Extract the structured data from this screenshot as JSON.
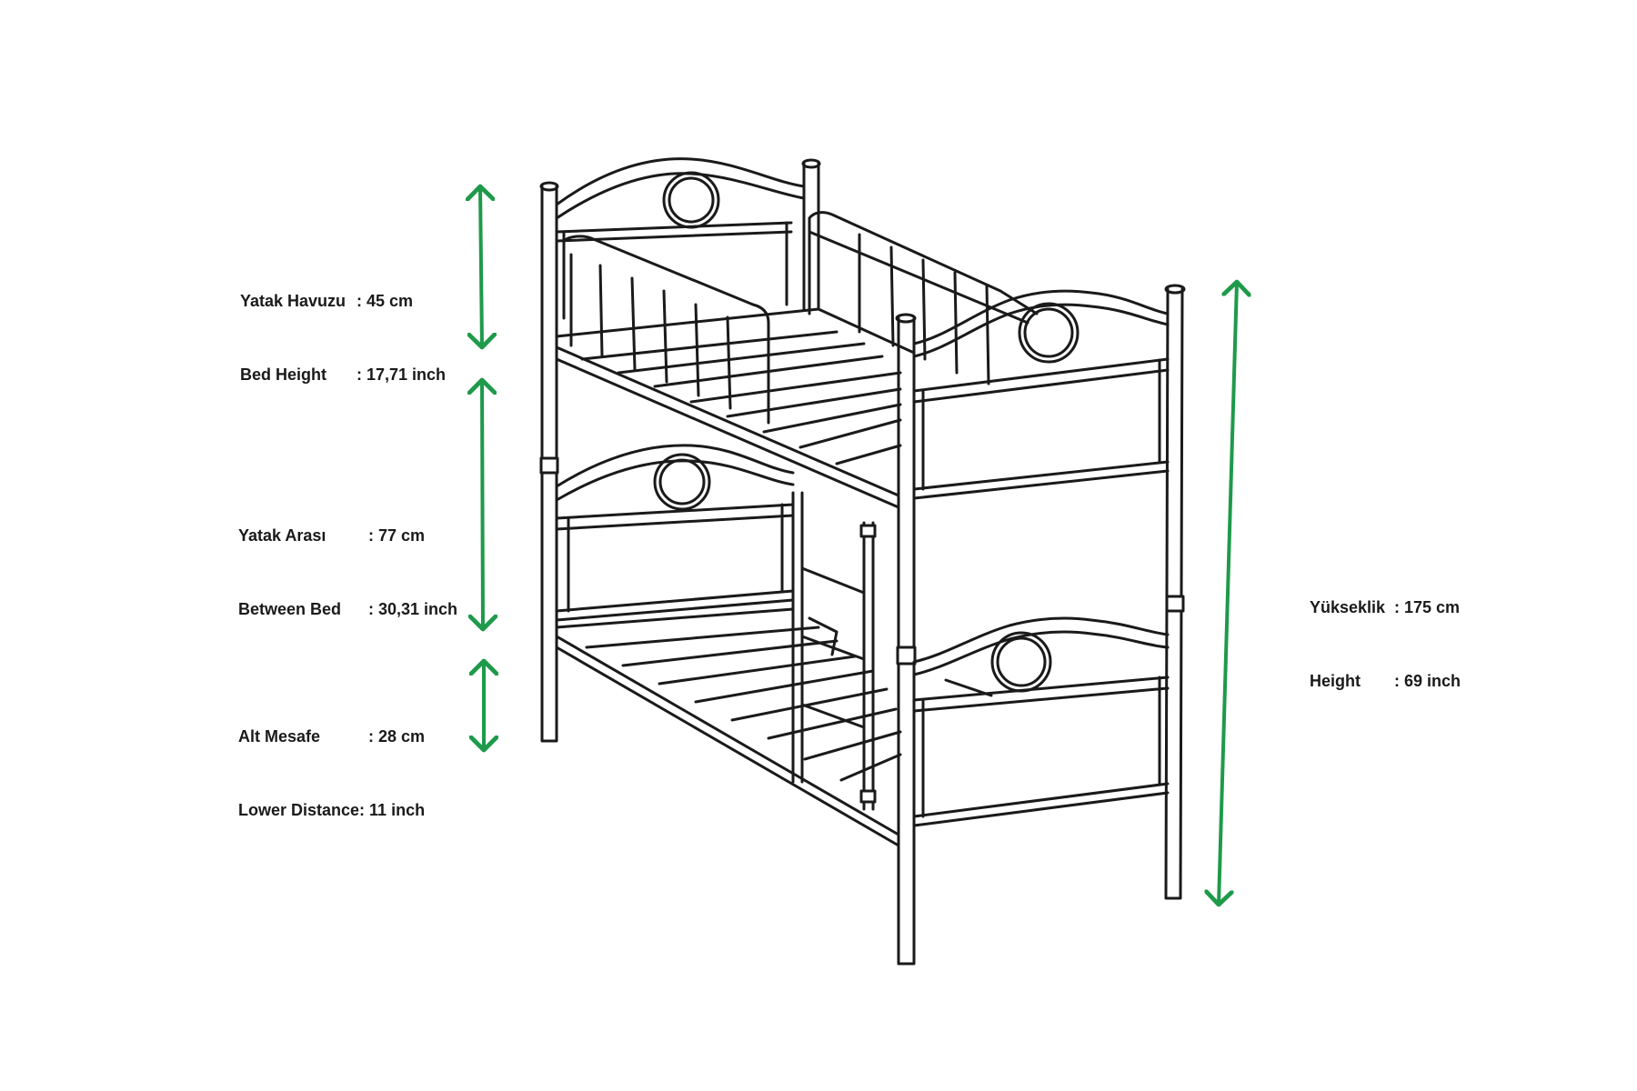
{
  "colors": {
    "arrow": "#1e9a4a",
    "line": "#1a1a1a",
    "background": "#ffffff"
  },
  "labels": {
    "bed_height": {
      "tr_key": "Yatak Havuzu",
      "tr_value": ": 45 cm",
      "en_key": "Bed Height",
      "en_value": ": 17,71 inch"
    },
    "between_bed": {
      "tr_key": "Yatak Arası",
      "tr_value": ": 77 cm",
      "en_key": "Between Bed",
      "en_value": ": 30,31 inch"
    },
    "lower_distance": {
      "tr_key": "Alt Mesafe",
      "tr_value": ": 28 cm",
      "en_key": "Lower Distance",
      "en_value": ": 11 inch"
    },
    "total_height": {
      "tr_key": "Yükseklik",
      "tr_value": ": 175 cm",
      "en_key": "Height",
      "en_value": ": 69 inch"
    }
  },
  "icons": [
    "double-arrow-icon"
  ]
}
